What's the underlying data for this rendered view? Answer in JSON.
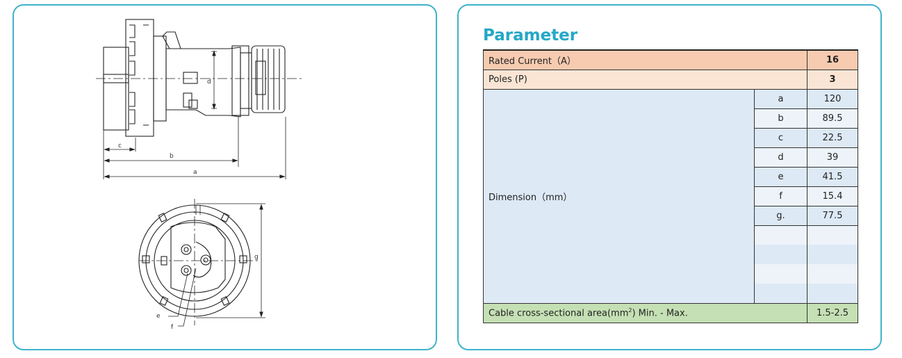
{
  "drawing": {
    "labels": {
      "a": "a",
      "b": "b",
      "c": "c",
      "d": "d",
      "e": "e",
      "f": "f",
      "g": "g"
    }
  },
  "parameter": {
    "title": "Parameter",
    "rated_current": {
      "label": "Rated Current（A）",
      "value": "16"
    },
    "poles": {
      "label": "Poles (P)",
      "value": "3"
    },
    "dimension": {
      "label": "Dimension（mm）",
      "rows": [
        {
          "key": "a",
          "value": "120"
        },
        {
          "key": "b",
          "value": "89.5"
        },
        {
          "key": "c",
          "value": "22.5"
        },
        {
          "key": "d",
          "value": "39"
        },
        {
          "key": "e",
          "value": "41.5"
        },
        {
          "key": "f",
          "value": "15.4"
        },
        {
          "key": "g.",
          "value": "77.5"
        },
        {
          "key": "",
          "value": ""
        },
        {
          "key": "",
          "value": ""
        },
        {
          "key": "",
          "value": ""
        },
        {
          "key": "",
          "value": ""
        }
      ]
    },
    "cable": {
      "label_pre": "Cable cross-sectional area(mm",
      "label_sup": "2",
      "label_post": ") Min. - Max.",
      "value": "1.5-2.5"
    }
  },
  "colors": {
    "border": "#3fb3cc",
    "title": "#25a7c6",
    "rated_current_bg": "#f6cbb0",
    "poles_bg": "#fae5d4",
    "dimension_bg": "#dde9f5",
    "dimension_alt_bg": "#edf3f9",
    "cable_bg": "#c5e0b4"
  }
}
